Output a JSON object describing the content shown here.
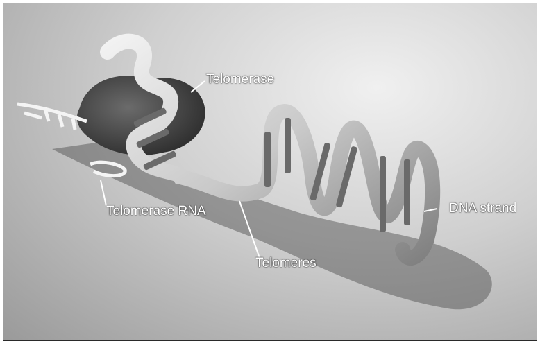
{
  "labels": {
    "telomerase": "Telomerase",
    "telomerase_rna": "Telomerase RNA",
    "telomeres": "Telomeres",
    "dna_strand": "DNA strand"
  },
  "colors": {
    "background_light": "#f0f0f0",
    "background_dark": "#9a9a9a",
    "ribbon": "#d8d8d8",
    "rungs": "#6a6a6a",
    "telomerase_blob": "#3d3d3d",
    "label_text": "#ffffff"
  }
}
